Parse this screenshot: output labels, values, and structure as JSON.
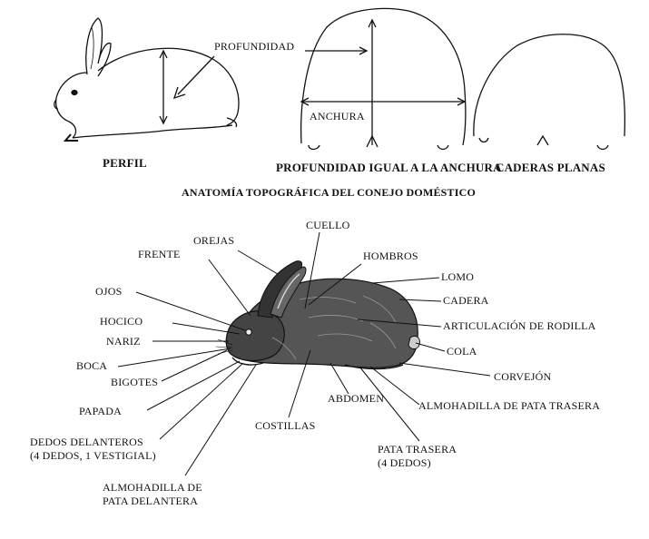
{
  "top": {
    "profundidad": "PROFUNDIDAD",
    "anchura": "ANCHURA",
    "perfil": "PERFIL",
    "profundidad_igual": "PROFUNDIDAD IGUAL A LA ANCHURA",
    "caderas_planas": "CADERAS PLANAS"
  },
  "title": "ANATOMÍA TOPOGRÁFICA DEL CONEJO DOMÉSTICO",
  "labels": {
    "cuello": "CUELLO",
    "orejas": "OREJAS",
    "frente": "FRENTE",
    "hombros": "HOMBROS",
    "lomo": "LOMO",
    "ojos": "OJOS",
    "cadera": "CADERA",
    "hocico": "HOCICO",
    "articulacion": "ARTICULACIÓN DE RODILLA",
    "nariz": "NARIZ",
    "cola": "COLA",
    "boca": "BOCA",
    "corvejon": "CORVEJÓN",
    "bigotes": "BIGOTES",
    "abdomen": "ABDOMEN",
    "almohadilla_trasera": "ALMOHADILLA DE PATA TRASERA",
    "papada": "PAPADA",
    "costillas": "COSTILLAS",
    "dedos_delanteros_1": "DEDOS DELANTEROS",
    "dedos_delanteros_2": "(4 DEDOS, 1 VESTIGIAL)",
    "pata_trasera_1": "PATA TRASERA",
    "pata_trasera_2": "(4 DEDOS)",
    "almohadilla_delantera_1": "ALMOHADILLA DE",
    "almohadilla_delantera_2": "PATA DELANTERA"
  }
}
